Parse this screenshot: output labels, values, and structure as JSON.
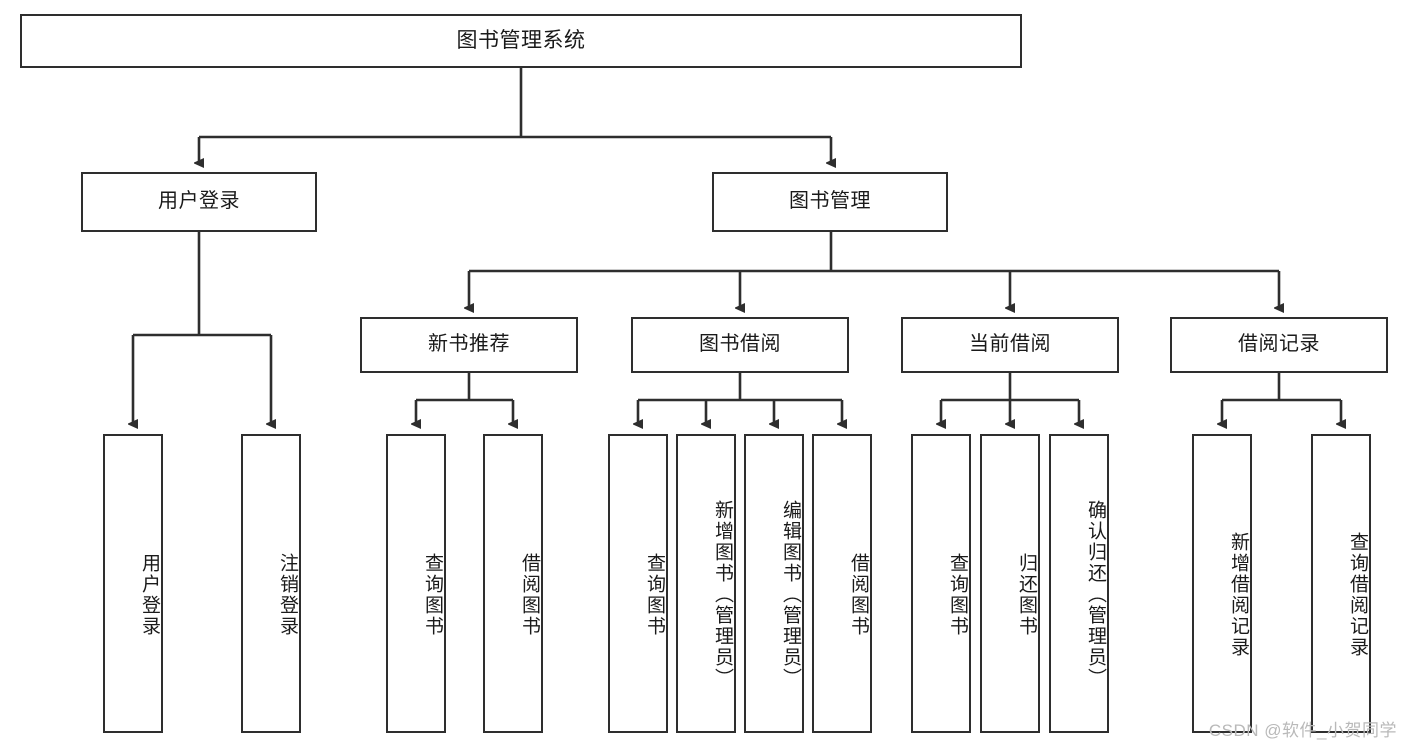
{
  "diagram": {
    "title": "图书管理系统",
    "type": "hierarchy-tree",
    "root": {
      "label": "图书管理系统"
    },
    "level2": [
      {
        "label": "用户登录"
      },
      {
        "label": "图书管理"
      }
    ],
    "level3": [
      {
        "label": "新书推荐"
      },
      {
        "label": "图书借阅"
      },
      {
        "label": "当前借阅"
      },
      {
        "label": "借阅记录"
      }
    ],
    "leaves": {
      "user_login": [
        {
          "label": "用户登录"
        },
        {
          "label": "注销登录"
        }
      ],
      "new_book_recommend": [
        {
          "label": "查询图书"
        },
        {
          "label": "借阅图书"
        }
      ],
      "book_borrow": [
        {
          "label": "查询图书"
        },
        {
          "label": "新增图书（管理员）"
        },
        {
          "label": "编辑图书（管理员）"
        },
        {
          "label": "借阅图书"
        }
      ],
      "current_borrow": [
        {
          "label": "查询图书"
        },
        {
          "label": "归还图书"
        },
        {
          "label": "确认归还（管理员）"
        }
      ],
      "borrow_record": [
        {
          "label": "新增借阅记录"
        },
        {
          "label": "查询借阅记录"
        }
      ]
    }
  },
  "watermark": {
    "text": "CSDN @软件_小贺同学"
  },
  "colors": {
    "stroke": "#2e2e2e",
    "fill": "#ffffff",
    "text": "#1a1a1a",
    "watermark": "#b9b9b9"
  }
}
